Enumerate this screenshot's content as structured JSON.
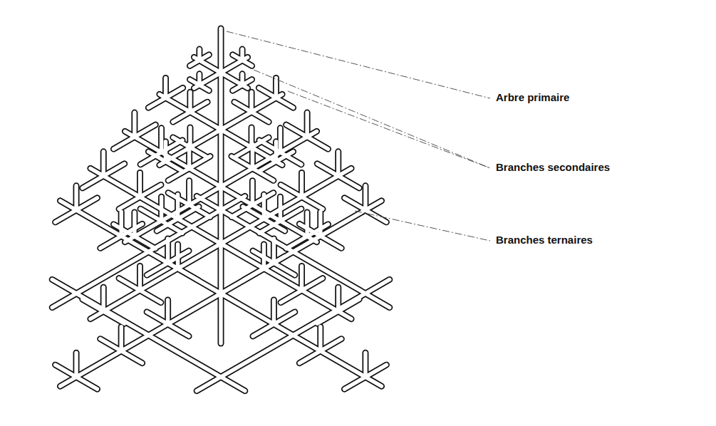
{
  "diagram": {
    "labels": [
      "Arbre primaire",
      "Branches secondaires",
      "Branches ternaires"
    ]
  }
}
